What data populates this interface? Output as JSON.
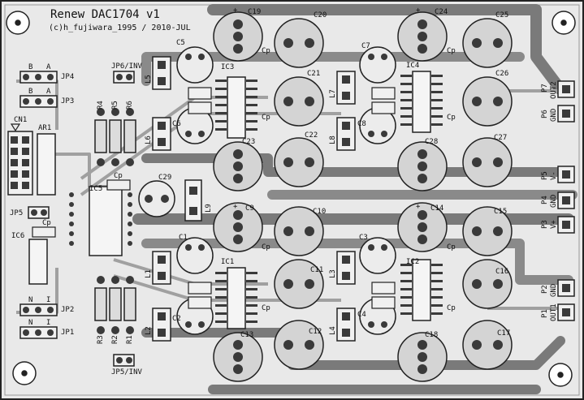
{
  "board": {
    "title": "Renew DAC1704 v1",
    "subtitle": "(c)h_fujiwara_1995 / 2010-JUL"
  },
  "labels": {
    "c19": "C19",
    "c20": "C20",
    "c24": "C24",
    "c25": "C25",
    "c5": "C5",
    "c7": "C7",
    "ic3": "IC3",
    "ic4": "IC4",
    "c21": "C21",
    "c26": "C26",
    "c6": "C6",
    "c8": "C8",
    "c22": "C22",
    "c23": "C23",
    "c27": "C27",
    "c28": "C28",
    "c29": "C29",
    "ic5": "IC5",
    "cn1": "CN1",
    "ar1": "AR1",
    "ic6": "IC6",
    "c9": "C9",
    "c10": "C10",
    "c14": "C14",
    "c15": "C15",
    "c1": "C1",
    "c3": "C3",
    "ic1": "IC1",
    "ic2": "IC2",
    "c11": "C11",
    "c16": "C16",
    "c2": "C2",
    "c4": "C4",
    "c13": "C13",
    "c12": "C12",
    "c18": "C18",
    "c17": "C17",
    "l1": "L1",
    "l2": "L2",
    "l3": "L3",
    "l4": "L4",
    "l5": "L5",
    "l6": "L6",
    "l7": "L7",
    "l8": "L8",
    "l9": "L9",
    "r4": "R4",
    "r5": "R5",
    "r6": "R6",
    "r1": "R1",
    "r2": "R2",
    "r3": "R3",
    "jp1": "JP1",
    "jp2": "JP2",
    "jp3": "JP3",
    "jp4": "JP4",
    "jp5": "JP5",
    "jp6inv": "JP6/INV",
    "jp5inv": "JP5/INV",
    "p1": "P1",
    "p2": "P2",
    "p3": "P3",
    "p4": "P4",
    "p5": "P5",
    "p6": "P6",
    "p7": "P7",
    "out1": "OUT1",
    "out2": "OUT2",
    "gnd1": "GND",
    "gnd2": "GND",
    "gnd3": "GND",
    "vplus": "V+",
    "vminus": "V-",
    "a": "A",
    "b": "B",
    "n": "N",
    "i": "I",
    "cp": "Cp",
    "plus": "+"
  },
  "colors": {
    "board_bg": "#e9e9e9",
    "trace_dark": "#7a7a7a",
    "trace_light": "#a8a8a8",
    "pad": "#3a3a3a",
    "pad_hole": "#e9e9e9",
    "silk": "#111111",
    "copper_fill": "#cfcfcf"
  }
}
